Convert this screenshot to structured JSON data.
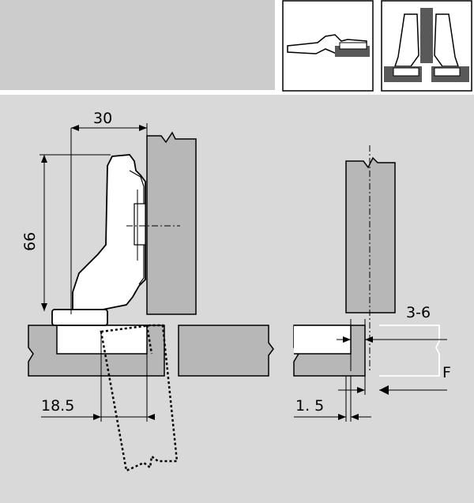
{
  "dimensions": {
    "width_label": "30",
    "height_label": "66",
    "cup_offset_label": "18.5",
    "gap_label": "3-6",
    "min_label": "1. 5",
    "overlay_label": "F"
  },
  "colors": {
    "background": "#d9d9d9",
    "panel": "#b7b7b7",
    "panel_dark": "#595959",
    "hinge_body": "#ffffff",
    "line": "#000000"
  },
  "icons": {
    "side_view": "hinge-side-view-icon",
    "front_view": "hinge-front-view-icon"
  }
}
